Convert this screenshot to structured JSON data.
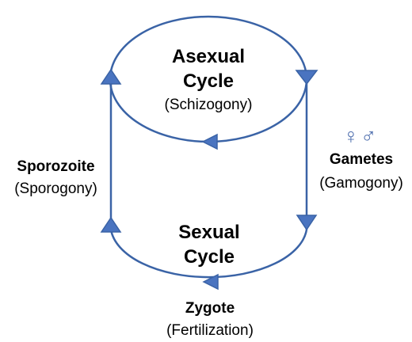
{
  "asexual": {
    "title_line1": "Asexual",
    "title_line2": "Cycle",
    "subtitle": "(Schizogony)"
  },
  "sexual": {
    "title_line1": "Sexual",
    "title_line2": "Cycle"
  },
  "gametes": {
    "symbols": "♀♂",
    "title": "Gametes",
    "subtitle": "(Gamogony)"
  },
  "sporozoite": {
    "title": "Sporozoite",
    "subtitle": "(Sporogony)"
  },
  "zygote": {
    "title": "Zygote",
    "subtitle": "(Fertilization)"
  },
  "colors": {
    "stroke": "#3a63a6",
    "arrow_fill": "#4a74c0",
    "symbol": "#4f6fae"
  }
}
